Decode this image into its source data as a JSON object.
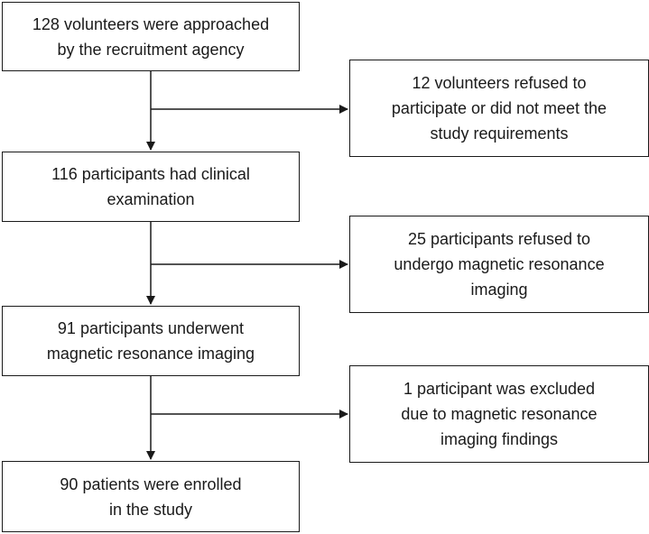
{
  "flow": {
    "steps": [
      {
        "lines": [
          "128 volunteers were approached",
          "by the recruitment agency"
        ]
      },
      {
        "lines": [
          "116 participants had clinical",
          "examination"
        ]
      },
      {
        "lines": [
          "91 participants underwent",
          "magnetic resonance imaging"
        ]
      },
      {
        "lines": [
          "90 patients were enrolled",
          "in the study"
        ]
      }
    ],
    "exclusions": [
      {
        "lines": [
          "12 volunteers refused to",
          "participate or did not meet the",
          "study requirements"
        ]
      },
      {
        "lines": [
          "25 participants refused to",
          "undergo magnetic resonance",
          "imaging"
        ]
      },
      {
        "lines": [
          "1 participant was excluded",
          "due to magnetic resonance",
          "imaging findings"
        ]
      }
    ]
  },
  "colors": {
    "stroke": "#1a1a1a",
    "background": "#ffffff"
  }
}
